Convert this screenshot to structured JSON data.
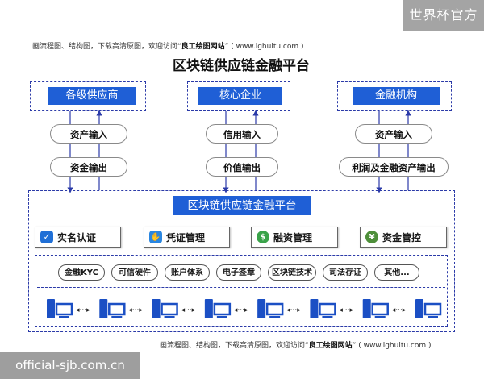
{
  "watermarks": {
    "top_right": "世界杯官方",
    "bottom_left": "official-sjb.com.cn"
  },
  "notes": {
    "top_prefix": "画流程图、结构图，下载高清原图，欢迎访问“",
    "top_site": "良工绘图网站",
    "top_suffix": "” ( www.lghuitu.com )",
    "bottom_prefix": "画流程图、结构图，下载高清原图，欢迎访问“",
    "bottom_site": "良工绘图网站",
    "bottom_suffix": "” ( www.lghuitu.com )"
  },
  "title": "区块链供应链金融平台",
  "parties": [
    "各级供应商",
    "核心企业",
    "金融机构"
  ],
  "flows": {
    "inputs": [
      "资产输入",
      "信用输入",
      "资产输入"
    ],
    "outputs": [
      "资金输出",
      "价值输出",
      "利润及金融资产输出"
    ]
  },
  "platform": {
    "title": "区块链供应链金融平台",
    "modules": [
      {
        "label": "实名认证",
        "icon": "shield-icon",
        "color": "#1f6fd6"
      },
      {
        "label": "凭证管理",
        "icon": "hand-icon",
        "color": "#2a86e0"
      },
      {
        "label": "融资管理",
        "icon": "money-bag-icon",
        "color": "#3aa34a"
      },
      {
        "label": "资金管控",
        "icon": "coin-icon",
        "color": "#4e8f3a"
      }
    ],
    "tech": [
      "金融KYC",
      "可信硬件",
      "账户体系",
      "电子签章",
      "区块链技术",
      "司法存证",
      "其他..."
    ],
    "node_count": 8
  },
  "colors": {
    "accent": "#1f5fd6",
    "border": "#2b3aa8",
    "node": "#1b4fc4"
  }
}
